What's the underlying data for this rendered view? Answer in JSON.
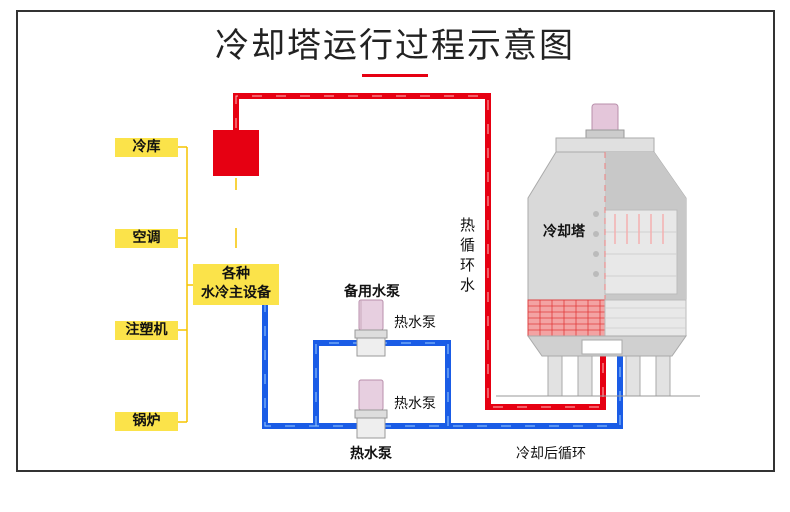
{
  "title": "冷却塔运行过程示意图",
  "left_equipment": [
    "冷库",
    "空调",
    "注塑机",
    "锅炉"
  ],
  "main_equipment": {
    "line1": "各种",
    "line2": "水冷主设备"
  },
  "pipe_labels": {
    "hot_return_1": "热",
    "hot_return_2": "循",
    "hot_return_3": "环",
    "hot_return_4": "水",
    "cooled_return": "冷却后循环"
  },
  "pumps": {
    "standby_label": "备用水泵",
    "upper_pump_label": "热水泵",
    "lower_pump_label": "热水泵",
    "bottom_label": "热水泵"
  },
  "tower_label": "冷却塔",
  "colors": {
    "hot_pipe": "#e60012",
    "cold_pipe": "#1a5ce6",
    "equipment_box": "#fbe34a",
    "connector_line": "#f5c400",
    "tower_fill": "#d7d7d7",
    "fill_media": "#e23a3a"
  }
}
